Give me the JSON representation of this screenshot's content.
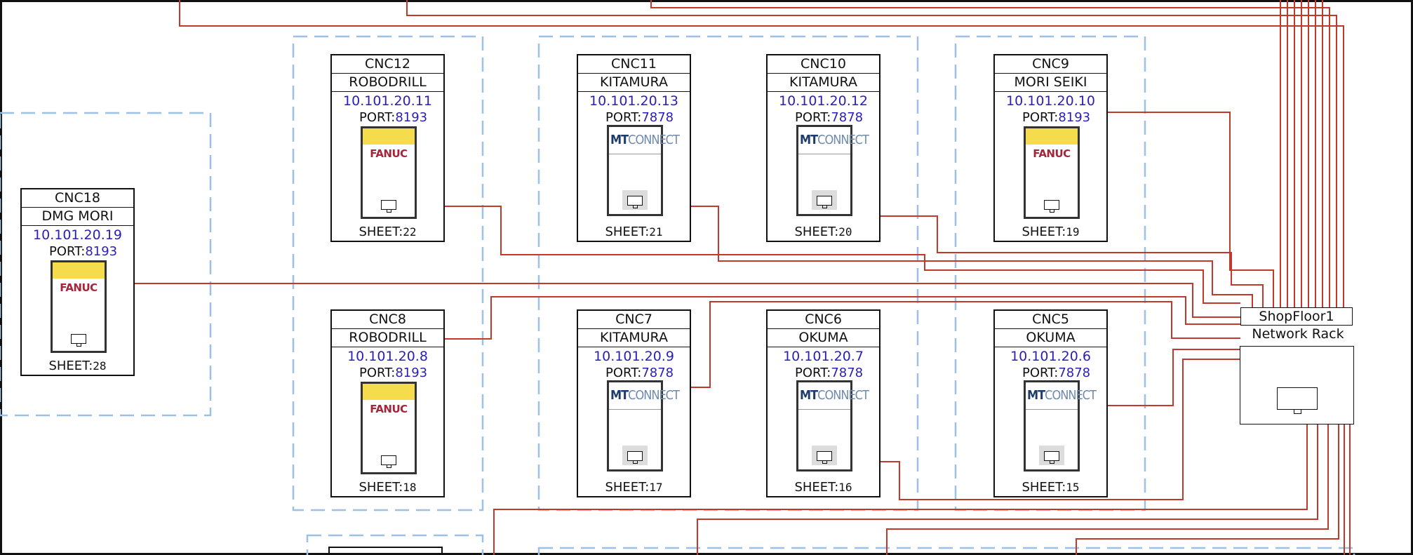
{
  "colors": {
    "wire": "#c0392b",
    "zone_border": "#9cc0e6",
    "ip_text": "#2a1fb5",
    "fanuc_band": "#f4dc4c",
    "fanuc_text": "#a5263a"
  },
  "machines": [
    {
      "id": "CNC12",
      "maker": "ROBODRILL",
      "ip": "10.101.20.11",
      "port_label": "PORT:",
      "port": "8193",
      "device": "fanuc",
      "logo": "FANUC",
      "sheet_label": "SHEET:",
      "sheet": "22"
    },
    {
      "id": "CNC11",
      "maker": "KITAMURA",
      "ip": "10.101.20.13",
      "port_label": "PORT:",
      "port": "7878",
      "device": "mtconnect",
      "logo_a": "MT",
      "logo_b": "CONNECT",
      "sheet_label": "SHEET:",
      "sheet": "21"
    },
    {
      "id": "CNC10",
      "maker": "KITAMURA",
      "ip": "10.101.20.12",
      "port_label": "PORT:",
      "port": "7878",
      "device": "mtconnect",
      "logo_a": "MT",
      "logo_b": "CONNECT",
      "sheet_label": "SHEET:",
      "sheet": "20"
    },
    {
      "id": "CNC9",
      "maker": "MORI SEIKI",
      "ip": "10.101.20.10",
      "port_label": "PORT:",
      "port": "8193",
      "device": "fanuc",
      "logo": "FANUC",
      "sheet_label": "SHEET:",
      "sheet": "19"
    },
    {
      "id": "CNC18",
      "maker": "DMG MORI",
      "ip": "10.101.20.19",
      "port_label": "PORT:",
      "port": "8193",
      "device": "fanuc",
      "logo": "FANUC",
      "sheet_label": "SHEET:",
      "sheet": "28"
    },
    {
      "id": "CNC8",
      "maker": "ROBODRILL",
      "ip": "10.101.20.8",
      "port_label": "PORT:",
      "port": "8193",
      "device": "fanuc",
      "logo": "FANUC",
      "sheet_label": "SHEET:",
      "sheet": "18"
    },
    {
      "id": "CNC7",
      "maker": "KITAMURA",
      "ip": "10.101.20.9",
      "port_label": "PORT:",
      "port": "7878",
      "device": "mtconnect",
      "logo_a": "MT",
      "logo_b": "CONNECT",
      "sheet_label": "SHEET:",
      "sheet": "17"
    },
    {
      "id": "CNC6",
      "maker": "OKUMA",
      "ip": "10.101.20.7",
      "port_label": "PORT:",
      "port": "7878",
      "device": "mtconnect",
      "logo_a": "MT",
      "logo_b": "CONNECT",
      "sheet_label": "SHEET:",
      "sheet": "16"
    },
    {
      "id": "CNC5",
      "maker": "OKUMA",
      "ip": "10.101.20.6",
      "port_label": "PORT:",
      "port": "7878",
      "device": "mtconnect",
      "logo_a": "MT",
      "logo_b": "CONNECT",
      "sheet_label": "SHEET:",
      "sheet": "15"
    }
  ],
  "rack": {
    "title": "ShopFloor1",
    "subtitle": "Network Rack",
    "icon": "monitor-icon"
  }
}
